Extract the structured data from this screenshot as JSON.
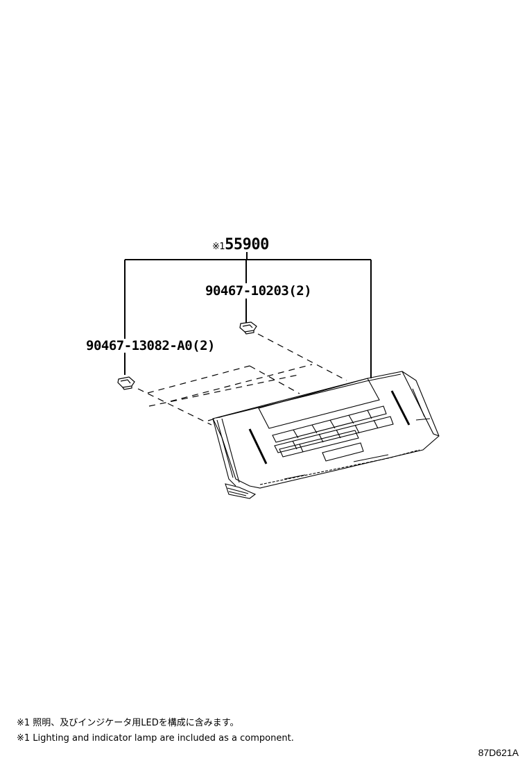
{
  "diagram": {
    "main_part": {
      "note_mark": "※1",
      "number": "55900"
    },
    "callouts": [
      {
        "number": "90467-10203",
        "qty": "(2)"
      },
      {
        "number": "90467-13082-A0",
        "qty": "(2)"
      }
    ],
    "notes": [
      "※1 照明、及びインジケータ用LEDを構成に含みます。",
      "※1 Lighting and indicator lamp are included as a component."
    ],
    "figure_code": "87D621A"
  }
}
